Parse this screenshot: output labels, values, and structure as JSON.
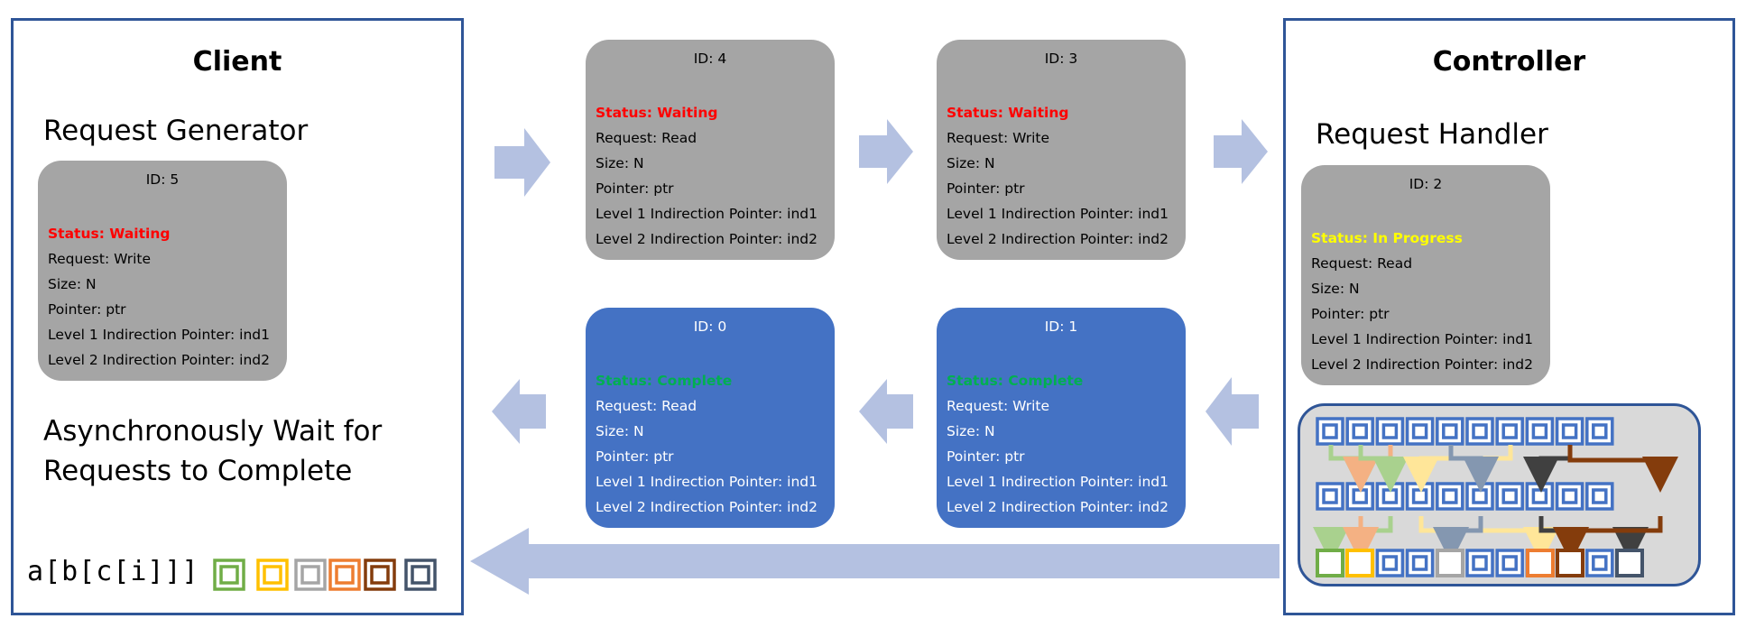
{
  "client": {
    "title": "Client",
    "generator_label": "Request Generator",
    "wait_label_line1": "Asynchronously Wait for",
    "wait_label_line2": "Requests to Complete",
    "expression": "a[b[c[i]]]"
  },
  "controller": {
    "title": "Controller",
    "handler_label": "Request Handler"
  },
  "colors": {
    "waiting": "#ff0000",
    "in_progress": "#ffff00",
    "complete": "#00b050",
    "queued_card": "#a5a5a5",
    "done_card": "#4472c4",
    "arrow": "#b4c1e1",
    "panel_border": "#2f5597",
    "pointer_boxes": [
      "#70ad47",
      "#ffc000",
      "#a5a5a5",
      "#ed7d31",
      "#843c0c",
      "#44546a"
    ]
  },
  "requests": {
    "r5": {
      "id": "ID: 5",
      "status": "Status: Waiting",
      "request": "Request: Write",
      "size": "Size: N",
      "pointer": "Pointer: ptr",
      "l1": "Level 1 Indirection Pointer: ind1",
      "l2": "Level 2 Indirection Pointer: ind2"
    },
    "r4": {
      "id": "ID: 4",
      "status": "Status: Waiting",
      "request": "Request: Read",
      "size": "Size: N",
      "pointer": "Pointer: ptr",
      "l1": "Level 1 Indirection Pointer: ind1",
      "l2": "Level 2 Indirection Pointer: ind2"
    },
    "r3": {
      "id": "ID: 3",
      "status": "Status: Waiting",
      "request": "Request: Write",
      "size": "Size: N",
      "pointer": "Pointer: ptr",
      "l1": "Level 1 Indirection Pointer: ind1",
      "l2": "Level 2 Indirection Pointer: ind2"
    },
    "r2": {
      "id": "ID: 2",
      "status": "Status: In Progress",
      "request": "Request: Read",
      "size": "Size: N",
      "pointer": "Pointer: ptr",
      "l1": "Level 1 Indirection Pointer: ind1",
      "l2": "Level 2 Indirection Pointer: ind2"
    },
    "r1": {
      "id": "ID: 1",
      "status": "Status: Complete",
      "request": "Request: Write",
      "size": "Size: N",
      "pointer": "Pointer: ptr",
      "l1": "Level 1 Indirection Pointer: ind1",
      "l2": "Level 2 Indirection Pointer: ind2"
    },
    "r0": {
      "id": "ID: 0",
      "status": "Status: Complete",
      "request": "Request: Read",
      "size": "Size: N",
      "pointer": "Pointer: ptr",
      "l1": "Level 1 Indirection Pointer: ind1",
      "l2": "Level 2 Indirection Pointer: ind2"
    }
  }
}
